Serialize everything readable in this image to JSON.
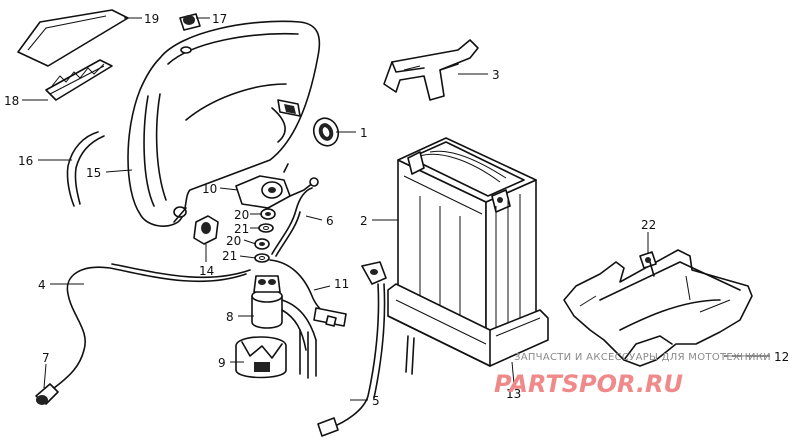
{
  "diagram": {
    "callouts": [
      {
        "id": "1",
        "text": "1"
      },
      {
        "id": "2",
        "text": "2"
      },
      {
        "id": "3",
        "text": "3"
      },
      {
        "id": "4",
        "text": "4"
      },
      {
        "id": "5",
        "text": "5"
      },
      {
        "id": "6",
        "text": "6"
      },
      {
        "id": "7",
        "text": "7"
      },
      {
        "id": "8",
        "text": "8"
      },
      {
        "id": "9",
        "text": "9"
      },
      {
        "id": "10",
        "text": "10"
      },
      {
        "id": "11",
        "text": "11"
      },
      {
        "id": "12",
        "text": "12"
      },
      {
        "id": "13",
        "text": "13"
      },
      {
        "id": "14",
        "text": "14"
      },
      {
        "id": "15",
        "text": "15"
      },
      {
        "id": "16",
        "text": "16"
      },
      {
        "id": "17",
        "text": "17"
      },
      {
        "id": "18",
        "text": "18"
      },
      {
        "id": "19",
        "text": "19"
      },
      {
        "id": "20a",
        "text": "20"
      },
      {
        "id": "20b",
        "text": "20"
      },
      {
        "id": "21a",
        "text": "21"
      },
      {
        "id": "21b",
        "text": "21"
      },
      {
        "id": "22",
        "text": "22"
      }
    ],
    "watermark": {
      "text": "ЗАПЧАСТИ И АКСЕССУАРЫ ДЛЯ МОТОТЕХНИКИ",
      "logo": "PARTSPOR.RU"
    }
  }
}
